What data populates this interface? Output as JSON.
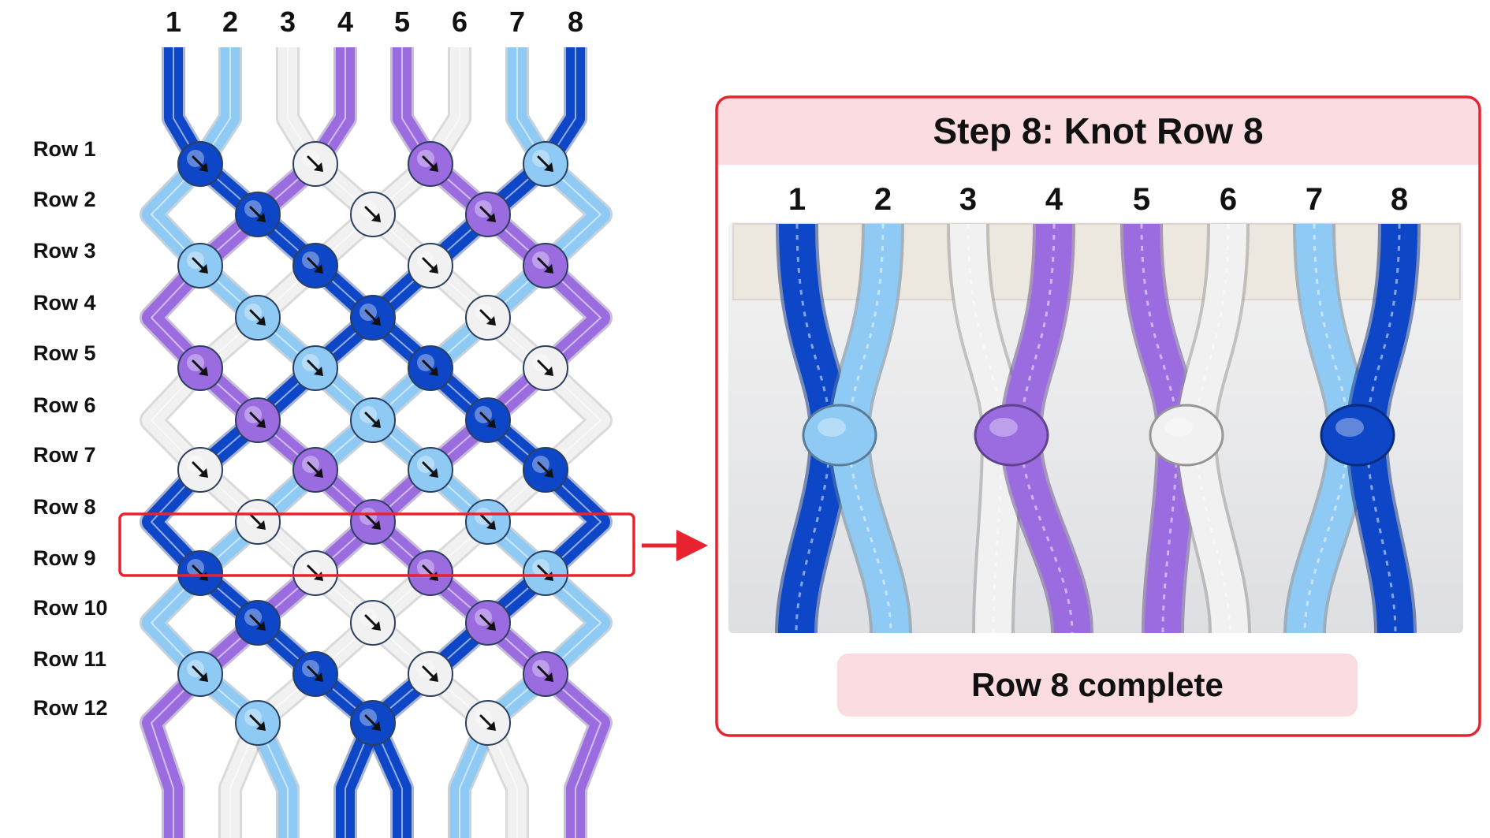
{
  "pattern": {
    "string_numbers": [
      "1",
      "2",
      "3",
      "4",
      "5",
      "6",
      "7",
      "8"
    ],
    "string_colors": [
      "#0d47c7",
      "#8fcaf5",
      "#f1f1f1",
      "#9b6ce0",
      "#9b6ce0",
      "#f1f1f1",
      "#8fcaf5",
      "#0d47c7"
    ],
    "row_labels": [
      "Row 1",
      "Row 2",
      "Row 3",
      "Row 4",
      "Row 5",
      "Row 6",
      "Row 7",
      "Row 8",
      "Row 9",
      "Row 10",
      "Row 11",
      "Row 12"
    ],
    "highlighted_row": "Row 8",
    "knot_arrow_direction": "down-right"
  },
  "step_panel": {
    "title": "Step 8: Knot Row 8",
    "string_numbers": [
      "1",
      "2",
      "3",
      "4",
      "5",
      "6",
      "7",
      "8"
    ],
    "caption": "Row 8 complete"
  },
  "colors": {
    "dark_blue": "#0d47c7",
    "light_blue": "#8fcaf5",
    "white": "#f1f1f1",
    "purple": "#9b6ce0",
    "highlight_red": "#e8232f",
    "panel_pink": "#fbdde1"
  }
}
